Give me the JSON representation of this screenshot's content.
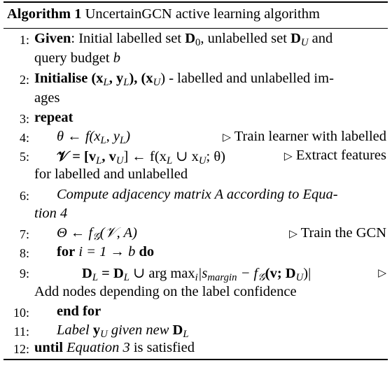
{
  "algorithm": {
    "label": "Algorithm 1",
    "title": "UncertainGCN active learning algorithm"
  },
  "lines": [
    {
      "num": "1:",
      "keyword": "Given",
      "text1": ": Initial labelled set ",
      "set_l": "D",
      "sub0": "0",
      "text2": ", unlabelled set ",
      "set_u": "D",
      "sub_u": "U",
      "text3": " and",
      "cont": "query budget ",
      "budget": "b"
    },
    {
      "num": "2:",
      "keyword": "Initialise",
      "math": " (x",
      "subL": "L",
      "comma": ", y",
      "subL2": "L",
      "close": "), (x",
      "subU": "U",
      "close2": ")",
      "text": " - labelled and unlabelled im-",
      "cont": "ages"
    },
    {
      "num": "3:",
      "keyword": "repeat"
    },
    {
      "num": "4:",
      "math": "θ ← f(x",
      "subL": "L",
      "mid": ", y",
      "subL2": "L",
      "close": ")",
      "comment": "Train learner with labelled"
    },
    {
      "num": "5:",
      "math": "𝒱 = [v",
      "subL": "L",
      "mid": ", v",
      "subU": "U",
      "mid2": "] ← f(x",
      "subL2": "L",
      "union": " ∪ x",
      "subU2": "U",
      "end": "; θ)",
      "comment": "Extract features",
      "cont": "for labelled and unlabelled"
    },
    {
      "num": "6:",
      "text": "Compute adjacency matrix A according to Equa-",
      "cont": "tion 4"
    },
    {
      "num": "7:",
      "math": "Θ ← f",
      "subG": "𝒢",
      "end": "(𝒱, A)",
      "comment": "Train the GCN"
    },
    {
      "num": "8:",
      "keyword": "for",
      "math": " i = 1 → b ",
      "keyword2": "do"
    },
    {
      "num": "9:",
      "math1": "D",
      "subL": "L",
      "math2": " = D",
      "subL2": "L",
      "math3": " ∪ arg max",
      "subI": "i",
      "math4": "|s",
      "subM": "margin",
      "math5": " − f",
      "subG": "𝒢",
      "math6": "(v; D",
      "subU": "U",
      "math7": ")|",
      "cont": "Add nodes depending on the label confidence"
    },
    {
      "num": "10:",
      "keyword": "end for"
    },
    {
      "num": "11:",
      "text1": "Label ",
      "y": "y",
      "subU": "U",
      "text2": " given new ",
      "D": "D",
      "subL": "L"
    },
    {
      "num": "12:",
      "keyword": "until",
      "eq": "Equation 3",
      "text": " is satisfied"
    }
  ],
  "comment_marker": "▷"
}
